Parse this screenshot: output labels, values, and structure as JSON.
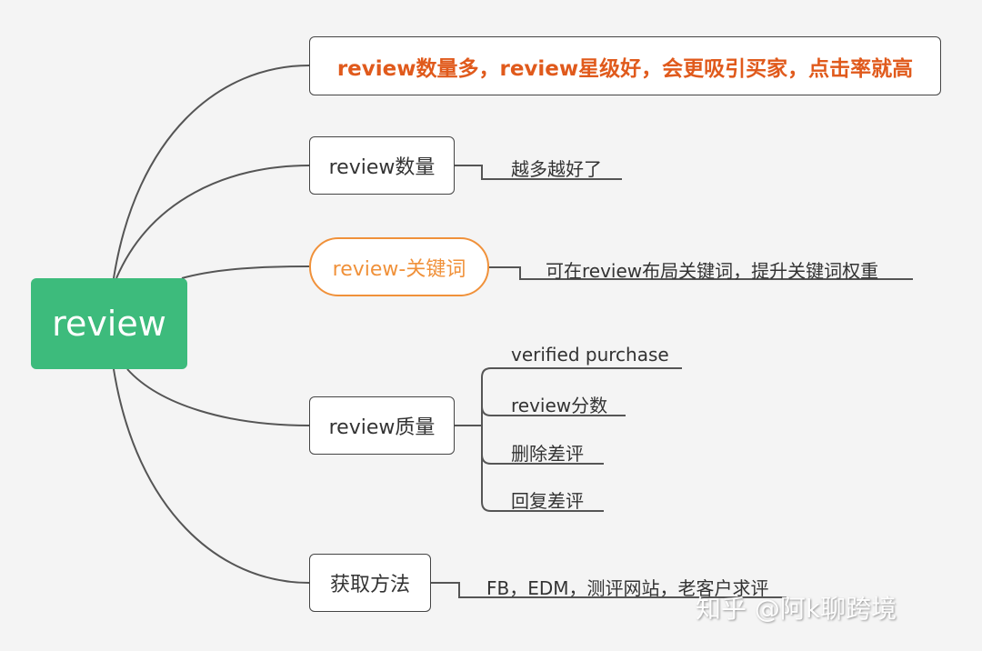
{
  "root": {
    "label": "review",
    "color": "#3dbb7c"
  },
  "branches": [
    {
      "label": "review数量多，review星级好，会更吸引买家，点击率就高",
      "color": "#e05a1c",
      "children": []
    },
    {
      "label": "review数量",
      "children": [
        "越多越好了"
      ]
    },
    {
      "label": "review-关键词",
      "color": "#f0913a",
      "children": [
        "可在review布局关键词，提升关键词权重"
      ]
    },
    {
      "label": "review质量",
      "children": [
        "verified purchase",
        "review分数",
        "删除差评",
        "回复差评"
      ]
    },
    {
      "label": "获取方法",
      "children": [
        "FB，EDM，测评网站，老客户求评"
      ]
    }
  ],
  "watermark": "知乎 @阿k聊跨境"
}
